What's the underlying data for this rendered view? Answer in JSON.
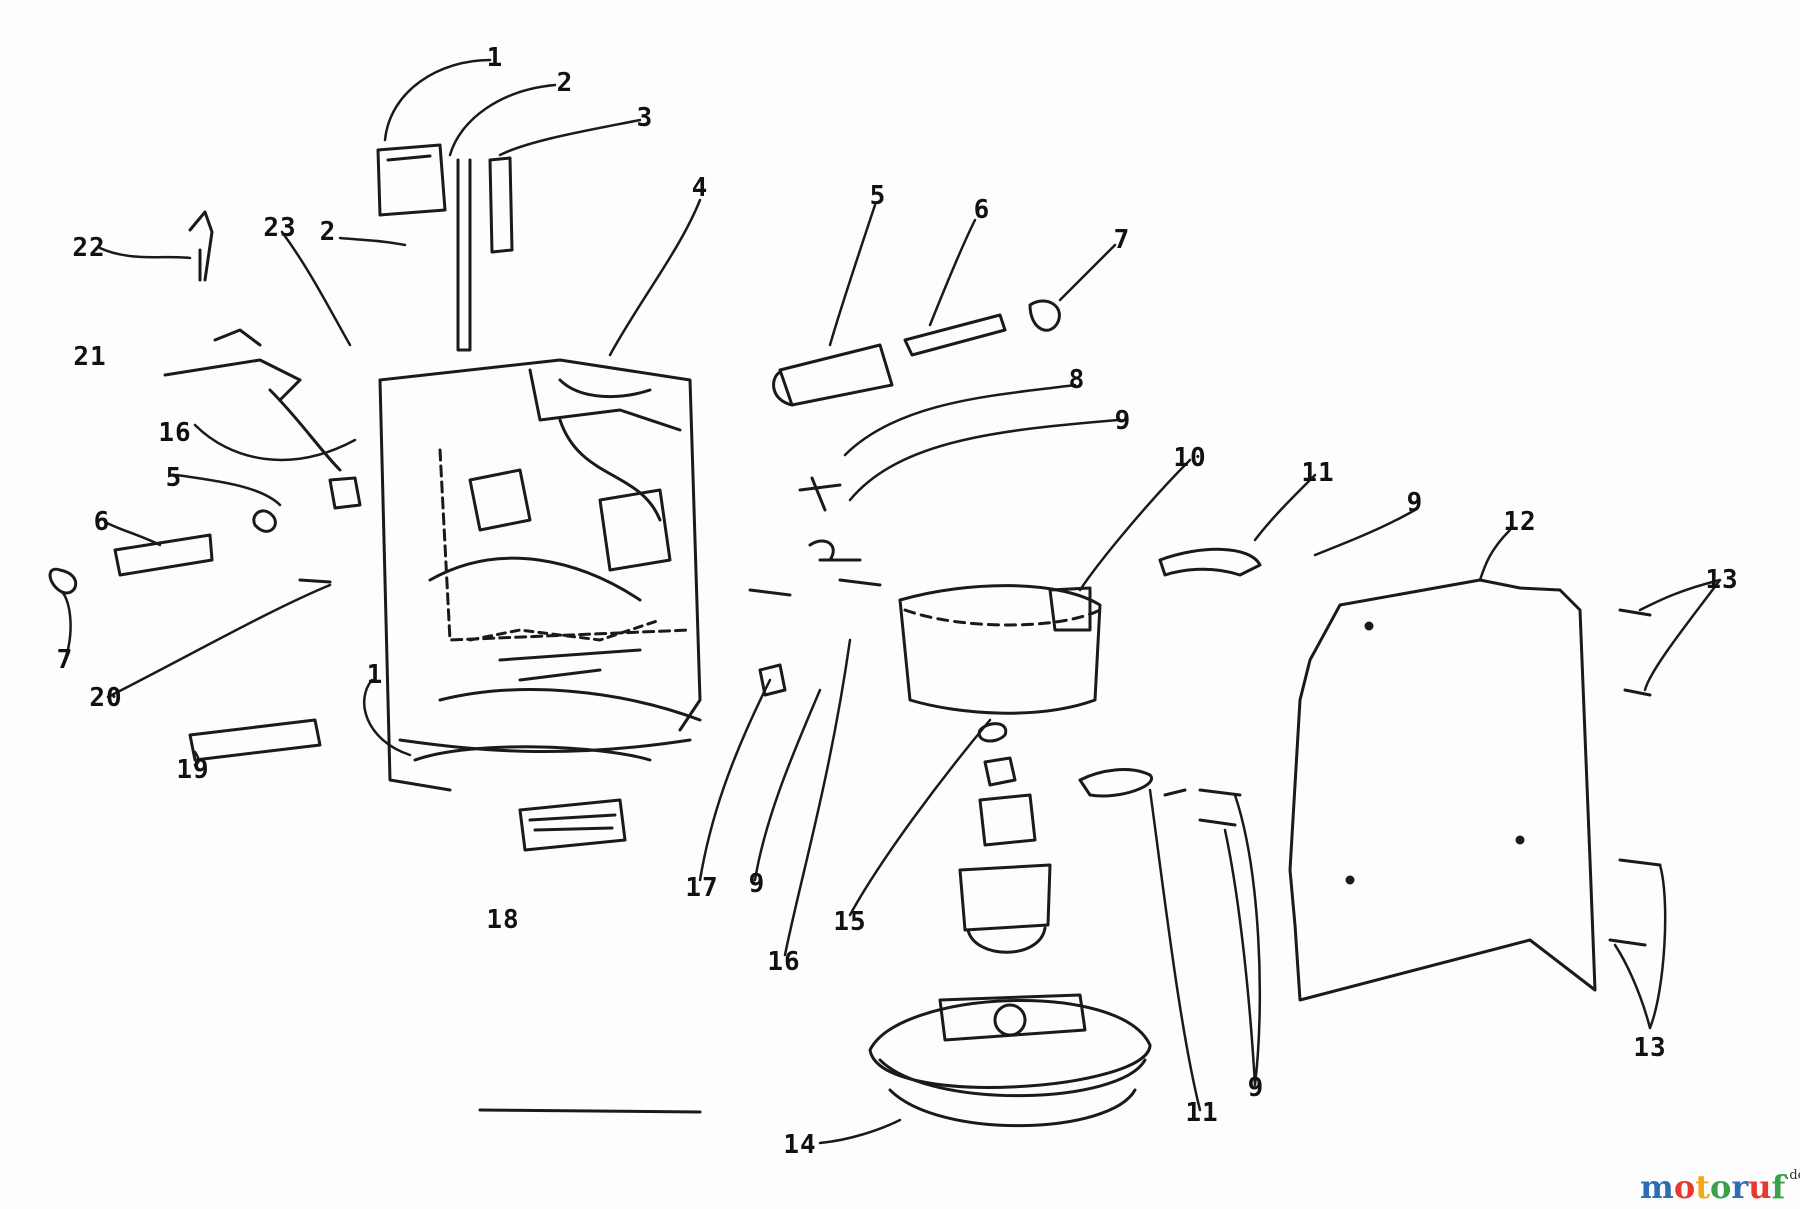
{
  "diagram": {
    "callouts": [
      {
        "id": "c1a",
        "text": "1"
      },
      {
        "id": "c2a",
        "text": "2"
      },
      {
        "id": "c3",
        "text": "3"
      },
      {
        "id": "c4",
        "text": "4"
      },
      {
        "id": "c5a",
        "text": "5"
      },
      {
        "id": "c6a",
        "text": "6"
      },
      {
        "id": "c7a",
        "text": "7"
      },
      {
        "id": "c8",
        "text": "8"
      },
      {
        "id": "c9a",
        "text": "9"
      },
      {
        "id": "c10",
        "text": "10"
      },
      {
        "id": "c11a",
        "text": "11"
      },
      {
        "id": "c9b",
        "text": "9"
      },
      {
        "id": "c12",
        "text": "12"
      },
      {
        "id": "c13a",
        "text": "13"
      },
      {
        "id": "c22",
        "text": "22"
      },
      {
        "id": "c23",
        "text": "23"
      },
      {
        "id": "c2b",
        "text": "2"
      },
      {
        "id": "c21",
        "text": "21"
      },
      {
        "id": "c16a",
        "text": "16"
      },
      {
        "id": "c5b",
        "text": "5"
      },
      {
        "id": "c6b",
        "text": "6"
      },
      {
        "id": "c7b",
        "text": "7"
      },
      {
        "id": "c20",
        "text": "20"
      },
      {
        "id": "c19",
        "text": "19"
      },
      {
        "id": "c1b",
        "text": "1"
      },
      {
        "id": "c18",
        "text": "18"
      },
      {
        "id": "c17",
        "text": "17"
      },
      {
        "id": "c9c",
        "text": "9"
      },
      {
        "id": "c16b",
        "text": "16"
      },
      {
        "id": "c15",
        "text": "15"
      },
      {
        "id": "c14",
        "text": "14"
      },
      {
        "id": "c11b",
        "text": "11"
      },
      {
        "id": "c9d",
        "text": "9"
      },
      {
        "id": "c13b",
        "text": "13"
      }
    ]
  },
  "watermark": {
    "text_main": "motoruf",
    "text_suffix": ".de",
    "colors": [
      "#2e6db4",
      "#e63a2e",
      "#f2a81d",
      "#3aa04a",
      "#2e6db4",
      "#e63a2e",
      "#3aa04a"
    ]
  }
}
